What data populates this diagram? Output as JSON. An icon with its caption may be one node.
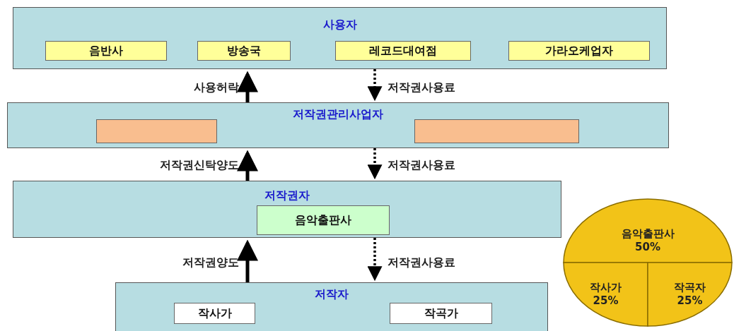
{
  "diagram": {
    "nodes": [
      {
        "text": [
          "사용자"
        ]
      },
      {
        "text": [
          "음반사"
        ],
        "in": 0
      },
      {
        "text": [
          "방송국"
        ],
        "in": 0
      },
      {
        "text": [
          "레코드대여점"
        ],
        "in": 0
      },
      {
        "text": [
          "가라오케업자"
        ],
        "in": 0
      },
      {
        "text": [
          "저작권관리사업자"
        ]
      },
      {
        "text": [],
        "shape": "box",
        "in": 5
      },
      {
        "text": [],
        "shape": "box",
        "in": 5
      },
      {
        "text": [
          "저작권자"
        ]
      },
      {
        "text": [
          "음악출판사"
        ],
        "in": 8
      },
      {
        "text": [
          "저작자"
        ]
      },
      {
        "text": [
          "작사가"
        ],
        "in": 10
      },
      {
        "text": [
          "작곡가"
        ],
        "in": 10
      },
      {
        "text": [
          "음악출판사 50%"
        ]
      },
      {
        "text": [
          "작사가 25%"
        ]
      },
      {
        "text": [
          "작곡자 25%"
        ]
      }
    ],
    "edges": [
      {
        "from": 5,
        "to": 0,
        "arrow": "to",
        "label": "사용허락"
      },
      {
        "from": 0,
        "to": 5,
        "arrow": "to",
        "label": "저작권사용료",
        "style": "dashed"
      },
      {
        "from": 8,
        "to": 5,
        "arrow": "to",
        "label": "저작권신탁양도"
      },
      {
        "from": 5,
        "to": 8,
        "arrow": "to",
        "label": "저작권사용료",
        "style": "dashed"
      },
      {
        "from": 10,
        "to": 8,
        "arrow": "to",
        "label": "저작권양도"
      },
      {
        "from": 8,
        "to": 10,
        "arrow": "to",
        "label": "저작권사용료",
        "style": "dashed"
      }
    ]
  }
}
